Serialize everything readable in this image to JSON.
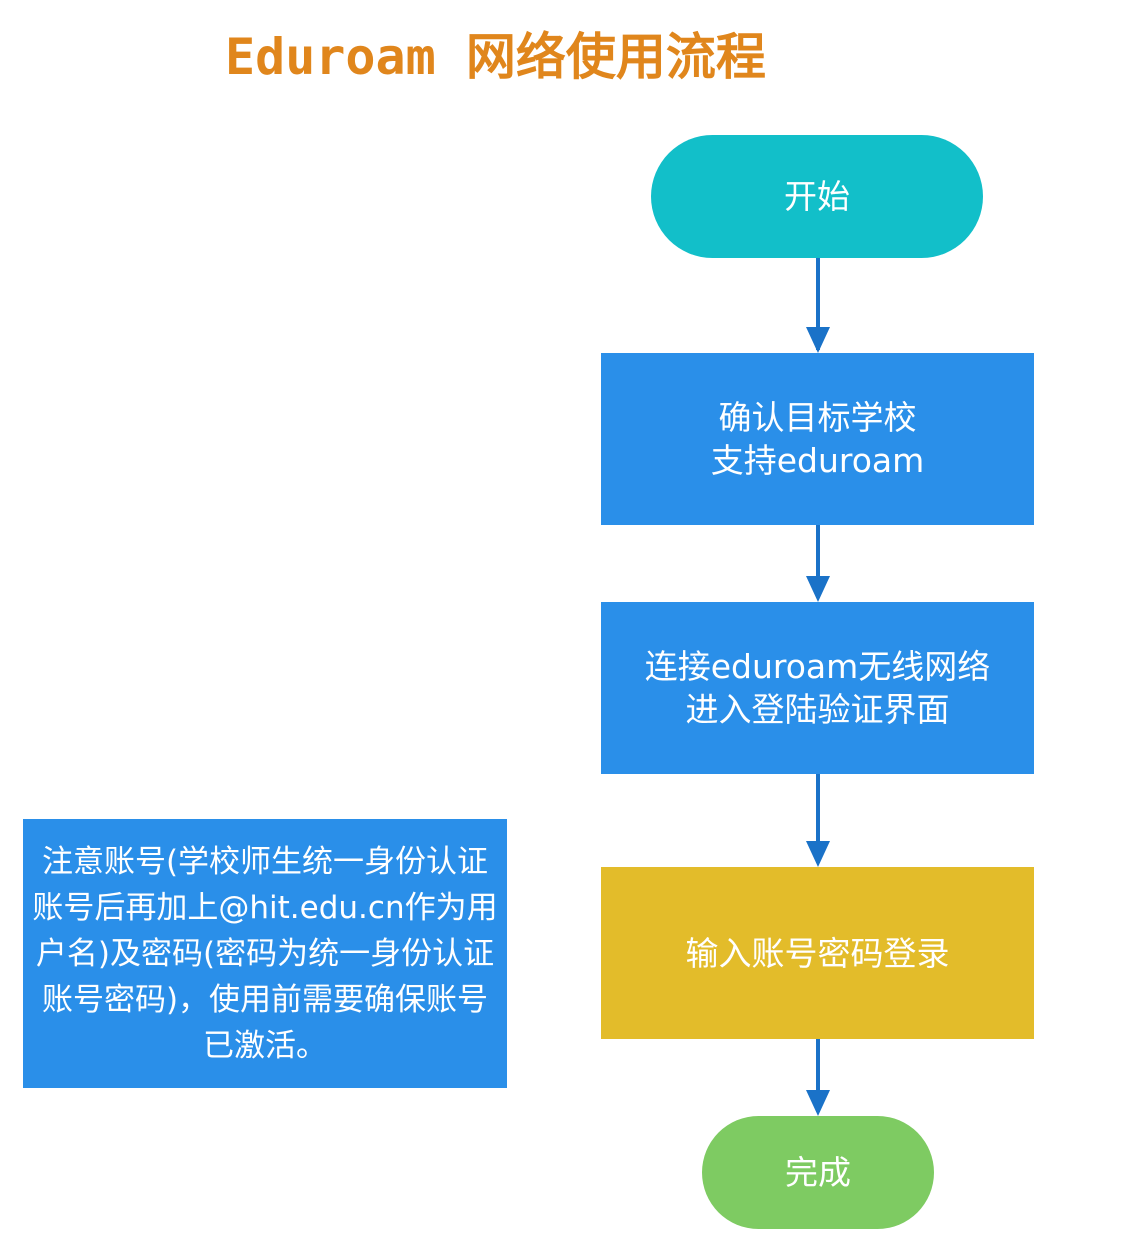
{
  "title": "Eduroam 网络使用流程",
  "colors": {
    "title": "#e0861c",
    "start": "#12bfc9",
    "process": "#2a8fe9",
    "input": "#e3bc2a",
    "end": "#7ecb62",
    "arrow": "#1a72c8",
    "note": "#2a8fe9"
  },
  "flow": {
    "start": "开始",
    "step1": "确认目标学校\n支持eduroam",
    "step2": "连接eduroam无线网络\n进入登陆验证界面",
    "step3": "输入账号密码登录",
    "end": "完成"
  },
  "note": "注意账号(学校师生统一身份认证账号后再加上@hit.edu.cn作为用户名)及密码(密码为统一身份认证账号密码)，使用前需要确保账号已激活。"
}
